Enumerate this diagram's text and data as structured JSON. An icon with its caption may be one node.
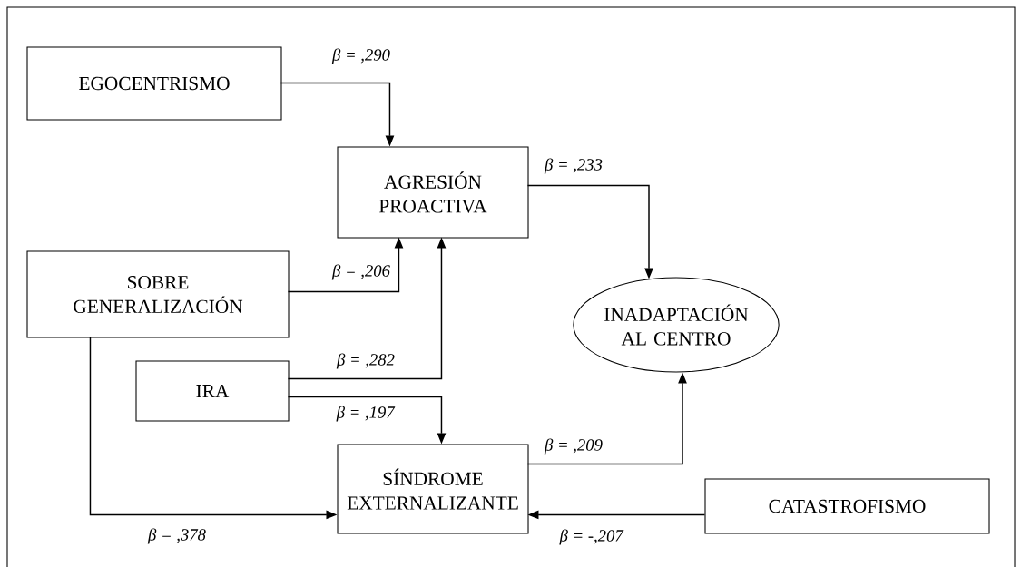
{
  "diagram": {
    "nodes": [
      {
        "text": [
          "EGOCENTRISMO"
        ]
      },
      {
        "text": [
          "AGRESIÓN PROACTIVA"
        ]
      },
      {
        "text": [
          "SOBRE GENERALIZACIÓN"
        ]
      },
      {
        "text": [
          "INADAPTACIÓN AL CENTRO"
        ]
      },
      {
        "text": [
          "IRA"
        ]
      },
      {
        "text": [
          "SÍNDROME EXTERNALIZANTE"
        ]
      },
      {
        "text": [
          "CATASTROFISMO"
        ]
      }
    ],
    "edges": [
      {
        "from": 0,
        "to": 1,
        "arrow": "to",
        "label": "*β = ,290*"
      },
      {
        "from": 1,
        "to": 3,
        "arrow": "to",
        "label": "*β = ,233*"
      },
      {
        "from": 2,
        "to": 1,
        "arrow": "to",
        "label": "*β = ,206*"
      },
      {
        "from": 4,
        "to": 1,
        "arrow": "to",
        "label": "*β = ,282*"
      },
      {
        "from": 4,
        "to": 5,
        "arrow": "to",
        "label": "*β = ,197*"
      },
      {
        "from": 2,
        "to": 5,
        "arrow": "to",
        "label": "*β = ,378*"
      },
      {
        "from": 5,
        "to": 3,
        "arrow": "to",
        "label": "*β = ,209*"
      },
      {
        "from": 6,
        "to": 5,
        "arrow": "to",
        "label": "*β = -,207*"
      }
    ]
  }
}
